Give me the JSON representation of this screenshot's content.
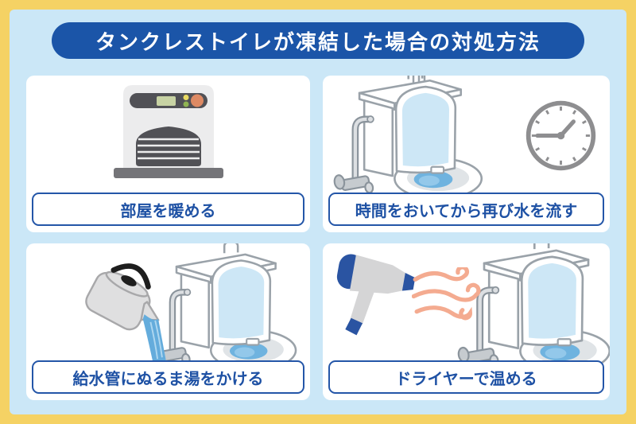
{
  "title": "タンクレストイレが凍結した場合の対処方法",
  "panels": [
    {
      "label": "部屋を暖める",
      "illustration": "fan-heater"
    },
    {
      "label": "時間をおいてから再び水を流す",
      "illustration": "tankless-toilet-and-clock"
    },
    {
      "label": "給水管にぬるま湯をかける",
      "illustration": "kettle-pouring-lukewarm-water-on-supply-pipe"
    },
    {
      "label": "ドライヤーで温める",
      "illustration": "hair-dryer-warming-toilet"
    }
  ],
  "colors": {
    "frame_yellow": "#F5D264",
    "background_light_blue": "#CBE7F7",
    "banner_blue": "#1B55A8",
    "label_text_blue": "#1E51A4",
    "label_border_blue": "#2456A8",
    "panel_white": "#FFFFFF",
    "toilet_outline_gray": "#9AA2A9",
    "toilet_lid_light_blue": "#CDE7F6",
    "bowl_water_blue": "#6FB3DF",
    "pour_water_blue": "#64ACDC",
    "warm_air_pink": "#F4AB90",
    "appliance_gray": "#D5D5D6",
    "dryer_blue": "#2A54A2",
    "heater_panel_dark": "#515156",
    "heater_button_orange": "#DE8A64",
    "clock_gray": "#8E8E90"
  }
}
